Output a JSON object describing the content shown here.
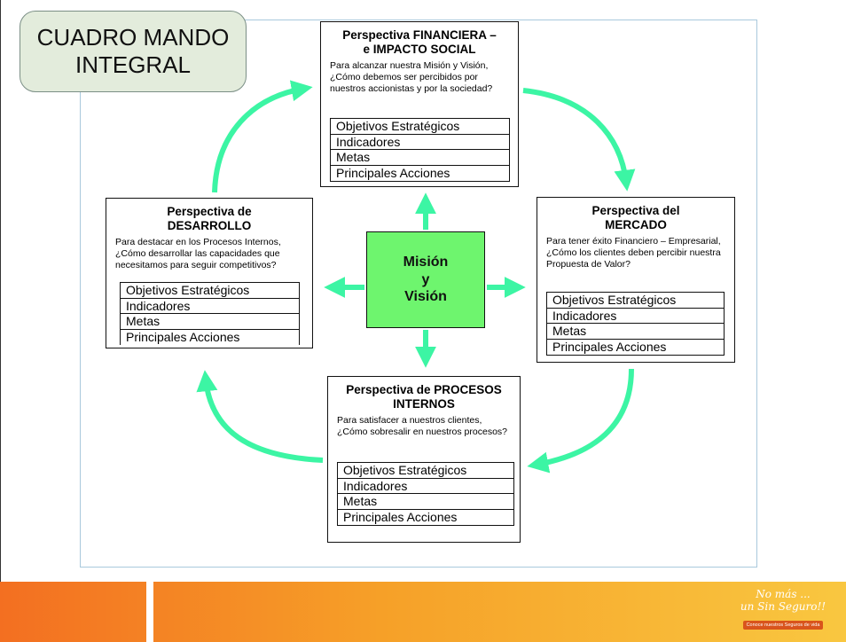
{
  "title": {
    "line1": "CUADRO MANDO",
    "line2": "INTEGRAL"
  },
  "center": {
    "line1": "Misión",
    "line2": "y",
    "line3": "Visión"
  },
  "list_items": [
    "Objetivos Estratégicos",
    "Indicadores",
    "Metas",
    "Principales Acciones"
  ],
  "perspectives": {
    "financiera": {
      "title1": "Perspectiva FINANCIERA –",
      "title2": "e IMPACTO SOCIAL",
      "desc": "Para alcanzar nuestra Misión y Visión, ¿Cómo debemos ser percibidos por nuestros accionistas y por la sociedad?"
    },
    "mercado": {
      "title1": "Perspectiva del",
      "title2": "MERCADO",
      "desc": "Para tener éxito Financiero – Empresarial, ¿Cómo los clientes deben percibir nuestra Propuesta de Valor?"
    },
    "procesos": {
      "title1": "Perspectiva de PROCESOS",
      "title2": "INTERNOS",
      "desc": "Para satisfacer a nuestros clientes, ¿Cómo sobresalir en nuestros procesos?"
    },
    "desarrollo": {
      "title1": "Perspectiva de",
      "title2": "DESARROLLO",
      "desc": "Para destacar en los Procesos Internos, ¿Cómo desarrollar las capacidades que necesitamos para seguir competitivos?"
    }
  },
  "logo": {
    "line1": "No más ...",
    "line2": "un Sin Seguro!!",
    "line3": "Conoce nuestros Seguros de vida"
  },
  "colors": {
    "arrow": "#3cf5a4",
    "center": "#6ef56e",
    "footer_start": "#f36f21",
    "footer_end": "#f9c740"
  }
}
